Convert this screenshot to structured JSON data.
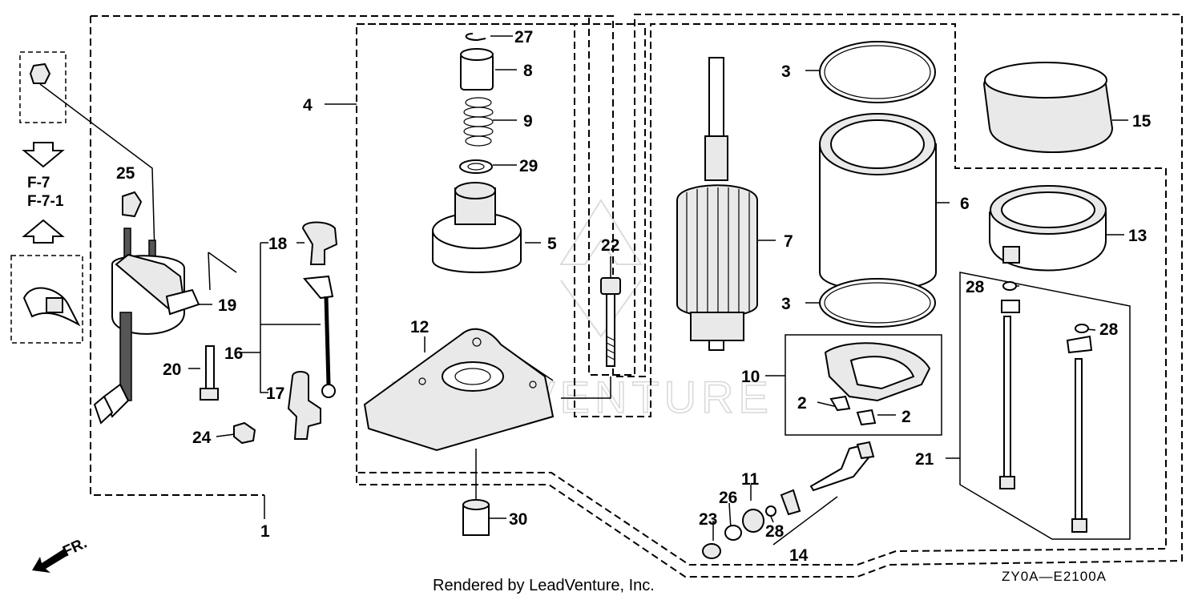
{
  "labels": {
    "p1": "1",
    "p2a": "2",
    "p2b": "2",
    "p3a": "3",
    "p3b": "3",
    "p4": "4",
    "p5": "5",
    "p6": "6",
    "p7": "7",
    "p8": "8",
    "p9": "9",
    "p10": "10",
    "p11": "11",
    "p12": "12",
    "p13": "13",
    "p14": "14",
    "p15": "15",
    "p16": "16",
    "p17": "17",
    "p18": "18",
    "p19": "19",
    "p20": "20",
    "p21": "21",
    "p22": "22",
    "p23": "23",
    "p24": "24",
    "p25": "25",
    "p26": "26",
    "p27": "27",
    "p28a": "28",
    "p28b": "28",
    "p28c": "28",
    "p29": "29",
    "p30": "30"
  },
  "refs": {
    "ref1": "F-7",
    "ref2": "F-7-1"
  },
  "direction": {
    "label": "FR."
  },
  "watermark": "LEADVENTURE",
  "footer": {
    "credit": "Rendered by LeadVenture, Inc.",
    "code": "ZY0A—E2100A"
  }
}
